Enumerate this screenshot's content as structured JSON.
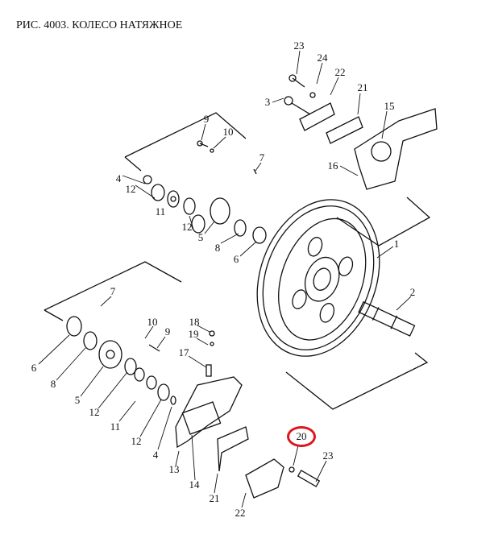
{
  "title": "РИС. 4003. КОЛЕСО НАТЯЖНОЕ",
  "highlight_color": "#e0141e",
  "highlighted_label": "20",
  "labels": [
    "23",
    "24",
    "22",
    "21",
    "15",
    "3",
    "16",
    "9",
    "10",
    "7",
    "4",
    "12",
    "11",
    "12",
    "5",
    "8",
    "6",
    "1",
    "2",
    "7",
    "10",
    "9",
    "18",
    "19",
    "17",
    "6",
    "8",
    "5",
    "12",
    "11",
    "12",
    "4",
    "13",
    "14",
    "20",
    "23",
    "21",
    "22"
  ]
}
